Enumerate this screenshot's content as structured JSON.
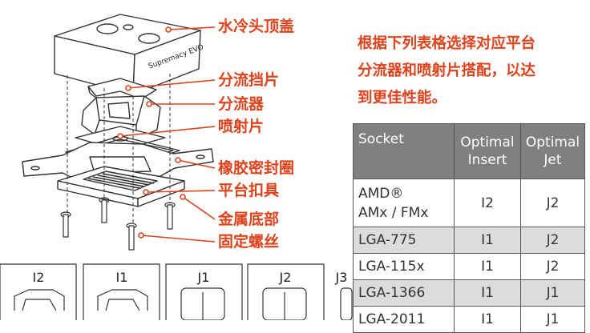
{
  "callouts": [
    {
      "label": "水冷头顶盖"
    },
    {
      "label": "分流挡片"
    },
    {
      "label": "分流器"
    },
    {
      "label": "喷射片"
    },
    {
      "label": "橡胶密封圈"
    },
    {
      "label": "平台扣具"
    },
    {
      "label": "金属底部"
    },
    {
      "label": "固定螺丝"
    }
  ],
  "product_label": "Supremacy EVO",
  "intro_lines": [
    "根据下列表格选择对应平台",
    "分流器和喷射片搭配，以达",
    "到更佳性能。"
  ],
  "table": {
    "headers": [
      [
        "Socket"
      ],
      [
        "Optimal",
        "Insert"
      ],
      [
        "Optimal",
        "Jet"
      ]
    ],
    "rows": [
      {
        "socket": [
          "AMD®",
          "AMx / FMx"
        ],
        "insert": "I2",
        "jet": "J2"
      },
      {
        "socket": [
          "LGA-775"
        ],
        "insert": "I1",
        "jet": "J2"
      },
      {
        "socket": [
          "LGA-115x"
        ],
        "insert": "I1",
        "jet": "J2"
      },
      {
        "socket": [
          "LGA-1366"
        ],
        "insert": "I1",
        "jet": "J1"
      },
      {
        "socket": [
          "LGA-2011"
        ],
        "insert": "I1",
        "jet": "J1"
      }
    ]
  },
  "part_thumbnails": [
    {
      "label": "I2"
    },
    {
      "label": "I1"
    },
    {
      "label": "J1"
    },
    {
      "label": "J2"
    },
    {
      "label": "J3"
    }
  ],
  "colors": {
    "accent": "#e0421b",
    "header_bg": "#808080",
    "shade_row": "#dcdcdc"
  }
}
